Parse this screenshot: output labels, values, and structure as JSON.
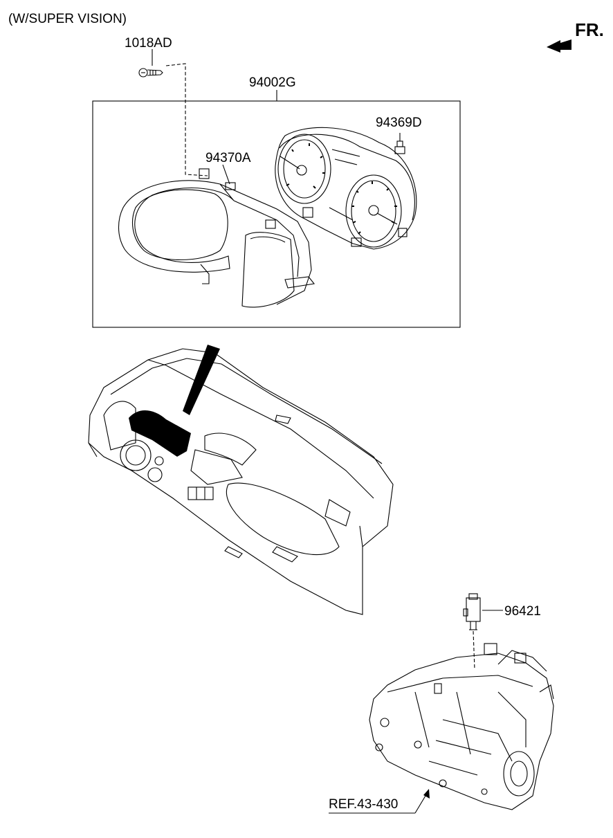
{
  "header": {
    "variant_note": "(W/SUPER VISION)",
    "direction_label": "FR."
  },
  "parts": {
    "screw": "1018AD",
    "cluster_assembly": "94002G",
    "bulb": "94369D",
    "facia": "94370A",
    "speed_sensor": "96421"
  },
  "references": {
    "transaxle": "REF.43-430"
  },
  "icons": {
    "direction": "arrow-left-icon",
    "screw": "screw-icon",
    "bulb": "bulb-icon",
    "sensor": "sensor-icon"
  }
}
